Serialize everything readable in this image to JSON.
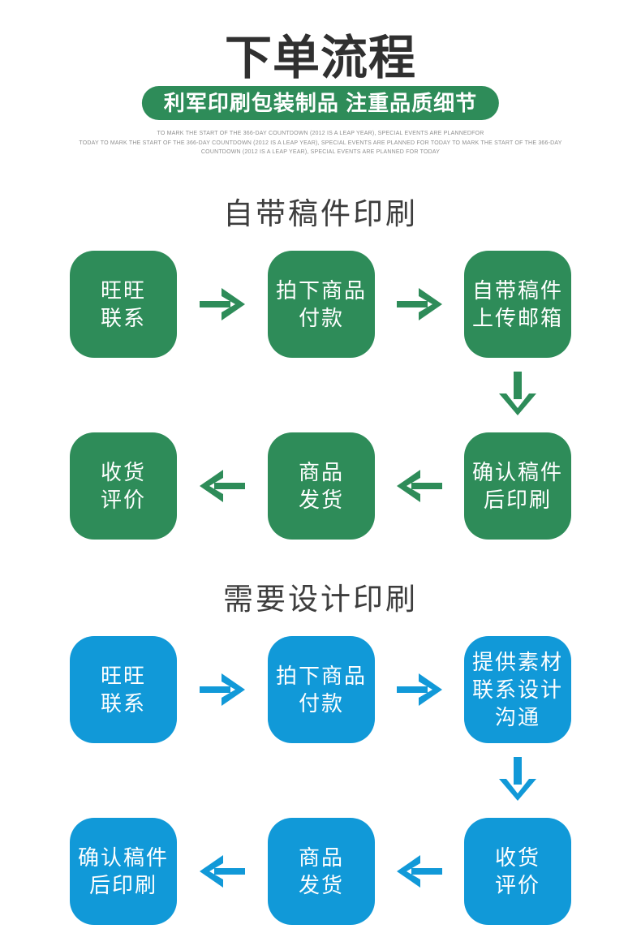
{
  "colors": {
    "green": "#2e8c59",
    "blue": "#1199d8",
    "title_text": "#303030",
    "section_text": "#3d3d3d",
    "subtext": "#8f8f8f",
    "box_text": "#ffffff"
  },
  "icons": {
    "right_arrow": "→",
    "left_arrow": "←",
    "down_arrow": "↓"
  },
  "header": {
    "title": "下单流程",
    "banner": "利军印刷包装制品 注重品质细节",
    "subtext_lines": [
      "TO MARK THE START OF THE 366-DAY COUNTDOWN (2012 IS A LEAP YEAR), SPECIAL EVENTS ARE PLANNEDFOR",
      "TODAY TO MARK THE START OF THE 366-DAY COUNTDOWN (2012 IS A LEAP YEAR), SPECIAL EVENTS ARE PLANNED FOR TODAY TO MARK THE START OF THE 366-DAY",
      "COUNTDOWN (2012 IS A LEAP YEAR), SPECIAL EVENTS ARE PLANNED FOR TODAY"
    ]
  },
  "flows": [
    {
      "title": "自带稿件印刷",
      "row1": [
        {
          "lines": [
            "旺旺",
            "联系"
          ]
        },
        {
          "lines": [
            "拍下商品",
            "付款"
          ]
        },
        {
          "lines": [
            "自带稿件",
            "上传邮箱"
          ]
        }
      ],
      "row2": [
        {
          "lines": [
            "收货",
            "评价"
          ]
        },
        {
          "lines": [
            "商品",
            "发货"
          ]
        },
        {
          "lines": [
            "确认稿件",
            "后印刷"
          ]
        }
      ]
    },
    {
      "title": "需要设计印刷",
      "row1": [
        {
          "lines": [
            "旺旺",
            "联系"
          ]
        },
        {
          "lines": [
            "拍下商品",
            "付款"
          ]
        },
        {
          "lines": [
            "提供素材",
            "联系设计",
            "沟通"
          ]
        }
      ],
      "row2": [
        {
          "lines": [
            "确认稿件",
            "后印刷"
          ]
        },
        {
          "lines": [
            "商品",
            "发货"
          ]
        },
        {
          "lines": [
            "收货",
            "评价"
          ]
        }
      ]
    }
  ]
}
